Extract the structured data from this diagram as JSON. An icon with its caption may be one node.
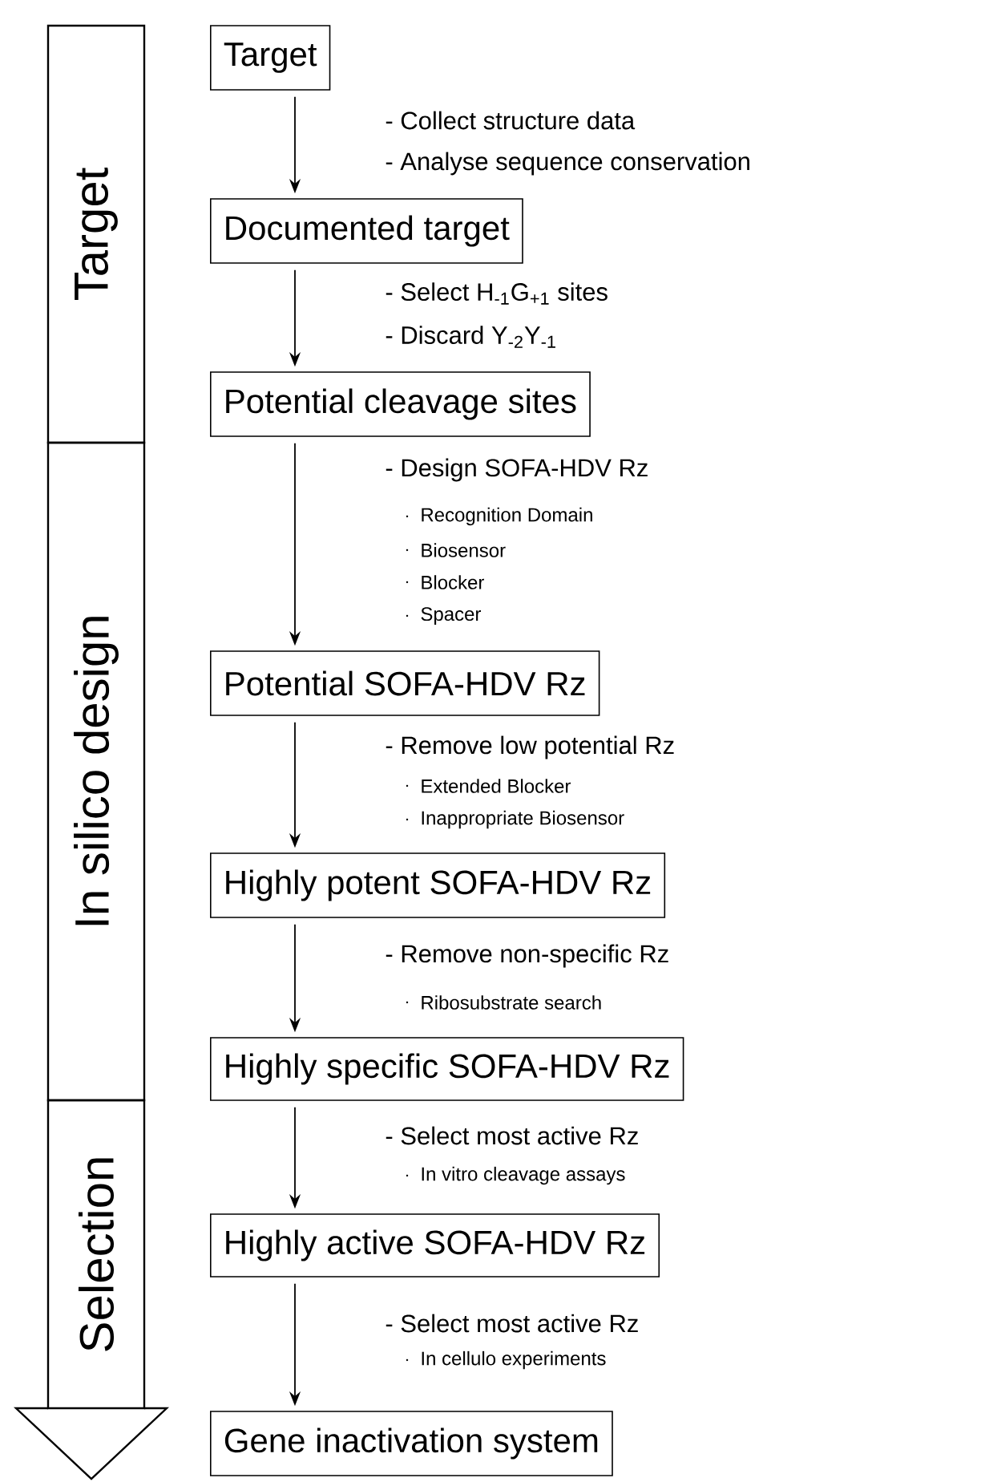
{
  "diagram": {
    "nodes": [
      {
        "text": [
          "Target"
        ]
      },
      {
        "text": [
          "Documented target"
        ]
      },
      {
        "text": [
          "Potential cleavage sites"
        ]
      },
      {
        "text": [
          "Potential SOFA-HDV Rz"
        ]
      },
      {
        "text": [
          "Highly potent SOFA-HDV Rz"
        ]
      },
      {
        "text": [
          "Highly specific SOFA-HDV Rz"
        ]
      },
      {
        "text": [
          "Highly active SOFA-HDV Rz"
        ]
      },
      {
        "text": [
          "Gene inactivation system"
        ]
      },
      {
        "text": [
          "Target"
        ]
      },
      {
        "text": [
          "In silico design"
        ]
      },
      {
        "text": [
          "Selection"
        ]
      }
    ],
    "edges": [
      {
        "from": 0,
        "to": 1,
        "arrow": "to"
      },
      {
        "from": 1,
        "to": 2,
        "arrow": "to"
      },
      {
        "from": 2,
        "to": 3,
        "arrow": "to"
      },
      {
        "from": 3,
        "to": 4,
        "arrow": "to"
      },
      {
        "from": 4,
        "to": 5,
        "arrow": "to"
      },
      {
        "from": 5,
        "to": 6,
        "arrow": "to"
      },
      {
        "from": 6,
        "to": 7,
        "arrow": "to"
      }
    ],
    "labels": [
      "- Collect structure data",
      "- Analyse sequence conservation",
      "- Select H$_{-1}$G$_{+1}$ sites",
      "- Discard Y$_{-2}$Y$_{-1}$",
      "- Design SOFA-HDV Rz",
      "Recognition Domain",
      "Biosensor",
      "Blocker",
      "Spacer",
      "- Remove low potential Rz",
      "Extended Blocker",
      "Inappropriate Biosensor",
      "- Remove non-specific Rz",
      "Ribosubstrate search",
      "- Select most active Rz",
      "In vitro cleavage assays",
      "- Select most active Rz",
      "In cellulo experiments"
    ]
  }
}
